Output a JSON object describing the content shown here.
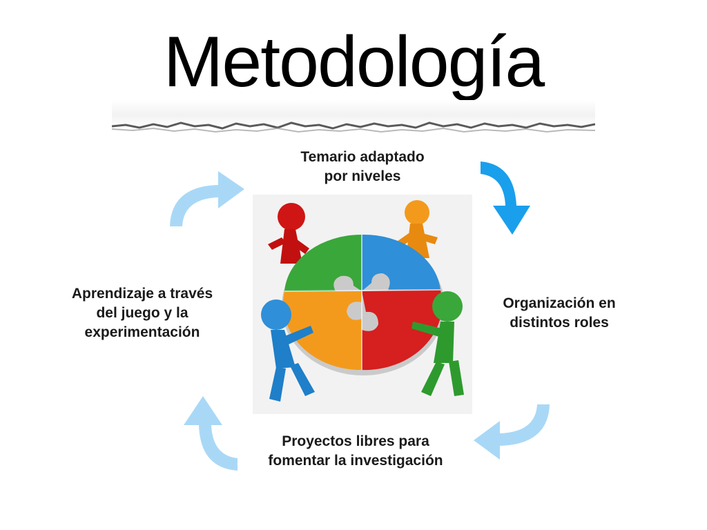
{
  "title": "Metodología",
  "steps": {
    "top": [
      "Temario adaptado",
      "por niveles"
    ],
    "right": [
      "Organización en",
      "distintos roles"
    ],
    "bottom": [
      "Proyectos libres para",
      "fomentar la investigación"
    ],
    "left": [
      "Aprendizaje a través",
      "del juego y la",
      "experimentación"
    ]
  },
  "colors": {
    "arrow_active": "#1a9fec",
    "arrow_light": "#a9d8f7",
    "puzzle_green": "#3aa73a",
    "puzzle_blue": "#2f8fd8",
    "puzzle_orange": "#f39a1c",
    "puzzle_red": "#d61f1f"
  },
  "icons": {
    "arrows": [
      "curved-arrow-top-right",
      "curved-arrow-bottom-right",
      "curved-arrow-bottom-left",
      "curved-arrow-top-left"
    ],
    "center": "puzzle-team-illustration"
  }
}
